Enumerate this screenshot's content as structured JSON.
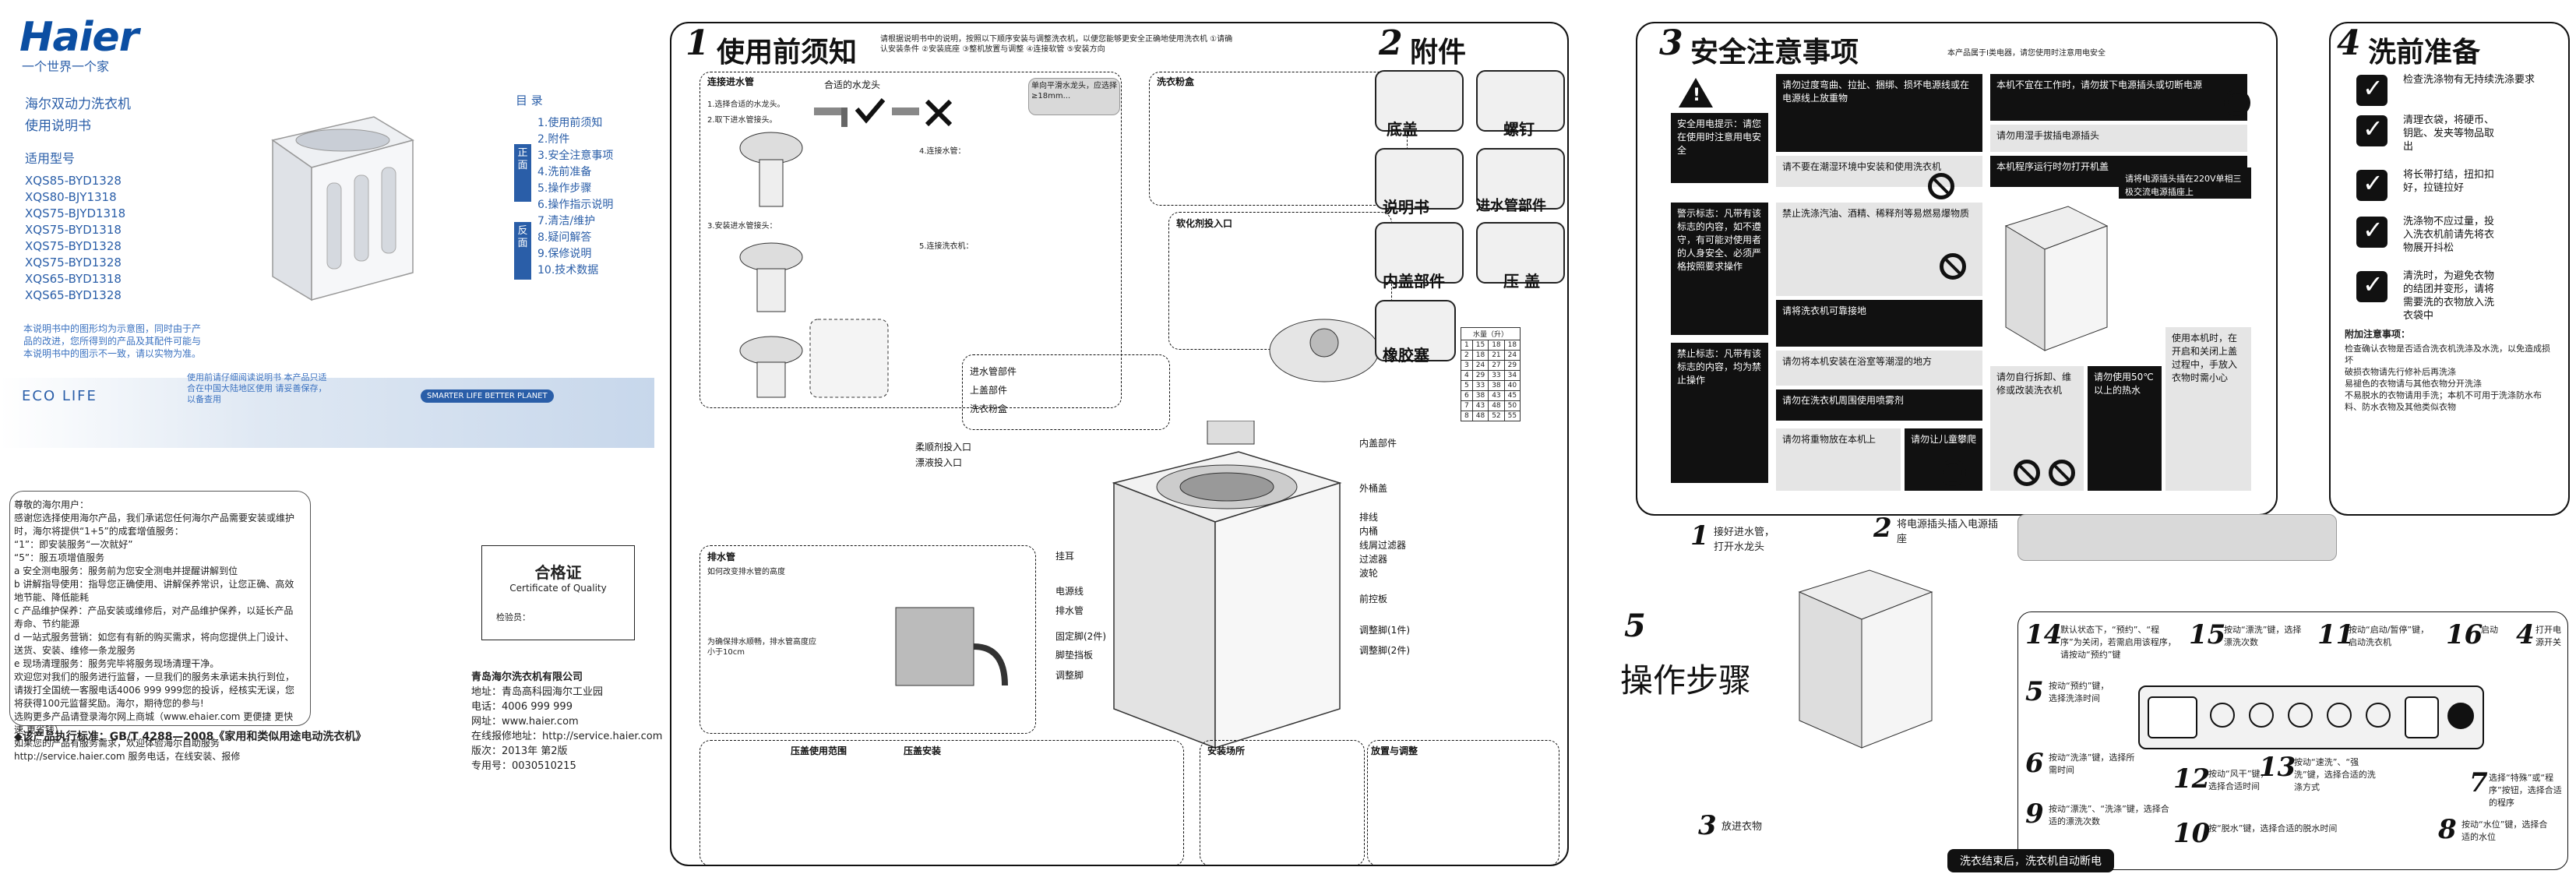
{
  "cover": {
    "brand": "Haier",
    "slogan": "一个世界一个家",
    "product_line1": "海尔双动力洗衣机",
    "product_line2": "使用说明书",
    "model_heading": "适用型号",
    "models": [
      "XQS85-BYD1328",
      "XQS80-BJY1318",
      "XQS75-BJYD1318",
      "XQS75-BYD1318",
      "XQS75-BYD1328",
      "XQS75-BYD1328",
      "XQS65-BYD1318",
      "XQS65-BYD1328"
    ],
    "toc_title": "目  录",
    "toc_tag1": "正面",
    "toc_tag2": "反面",
    "toc_items": [
      "1.使用前须知",
      "2.附件",
      "3.安全注意事项",
      "4.洗前准备",
      "5.操作步骤",
      "6.操作指示说明",
      "7.清洁/维护",
      "8.疑问解答",
      "9.保修说明",
      "10.技术数据"
    ],
    "blue_note": "本说明书中的图形均为示意图，同时由于产品的改进，您所得到的产品及其配件可能与本说明书中的图示不一致，请以实物为准。",
    "blue_note2": "使用前请仔细阅读说明书 本产品只适合在中国大陆地区使用 请妥善保存，以备查用",
    "eco": "ECO LIFE",
    "smarter": "SMARTER LIFE   BETTER PLANET",
    "letter": [
      "尊敬的海尔用户：",
      "感谢您选择使用海尔产品，我们承诺您任何海尔产品需要安装或维护时，海尔将提供“1+5”的成套增值服务：",
      "“1”：即安装服务“一次就好”",
      "“5”：服五项增值服务",
      "a 安全测电服务：服务前为您安全测电并提醒讲解到位",
      "b 讲解指导使用：指导您正确使用、讲解保养常识，让您正确、高效地节能、降低能耗",
      "c 产品维护保养：产品安装或维修后，对产品维护保养，以延长产品寿命、节约能源",
      "d 一站式服务营销：如您有有新的购买需求，将向您提供上门设计、送货、安装、维修一条龙服务",
      "e 现场清理服务：服务完毕将服务现场清理干净。",
      "欢迎您对我们的服务进行监督，一旦我们的服务未承诺未执行到位，请拨打全国统一客服电话4006 999 999您的投诉，经核实无误，您将获得100元监督奖励。海尔，期待您的参与!",
      "选购更多产品请登录海尔网上商城（www.ehaier.com 更便捷 更快速 更省钱）",
      "如果您的产品有服务需求，欢迎体验海尔自助服务http://service.haier.com 服务电话，在线安装、报修"
    ],
    "standard": "◆该产品执行标准：GB/T 4288—2008《家用和类似用途电动洗衣机》",
    "cert_title": "合格证",
    "cert_sub": "Certificate of Quality",
    "cert_inspector": "检验员：",
    "company_name": "青岛海尔洗衣机有限公司",
    "company_address": "地址：青岛高科园海尔工业园",
    "company_tel": "电话：4006 999 999",
    "company_web": "网址：www.haier.com",
    "company_service": "在线报修地址：http://service.haier.com",
    "company_edition": "版次：2013年 第2版",
    "company_patent": "专用号：0030510215"
  },
  "section1": {
    "num": "1",
    "title": "使用前须知",
    "intro": "请根据说明书中的说明，按照以下顺序安装与调整洗衣机，以便您能够更安全正确地使用洗衣机 ①请确认安装条件 ②安装底座 ③整机放置与调整 ④连接软管 ⑤安装方向",
    "connect_title": "连接进水管",
    "faucet_label": "合适的水龙头",
    "step_labels": [
      "1.选择合适的水龙头。",
      "2.取下进水管接头。",
      "3.安装进水管接头：",
      "4.连接水管：",
      "5.连接洗衣机："
    ],
    "tap_note": "单向平滑水龙头，应选择 ≥18mm...",
    "drain_title": "排水管",
    "drain_height_title": "如何改变排水管的高度",
    "drain_tip": "为确保排水顺畅，排水管高度应小于10cm",
    "press_title": "压盖安装",
    "press_use_title": "压盖使用范围",
    "place_title": "安装场所",
    "adjust_title": "放置与调整",
    "detergent_title": "洗衣粉盒",
    "softener_title": "软化剂投入口",
    "part_labels": [
      "进水管部件",
      "上盖部件",
      "洗衣粉盒",
      "柔顺剂投入口",
      "漂液投入口",
      "内盖部件",
      "外桶盖",
      "排线",
      "内桶",
      "线屑过滤器",
      "过滤器",
      "波轮",
      "前控板",
      "调整脚(1件)",
      "调整脚(2件)",
      "挂耳",
      "电源线",
      "排水管",
      "固定脚(2件)",
      "脚垫挡板",
      "调整脚"
    ],
    "water_level_title": "水量（升）"
  },
  "section2": {
    "num": "2",
    "title": "附件",
    "items": [
      "底盖",
      "螺钉",
      "说明书",
      "进水管部件",
      "内盖部件",
      "压  盖",
      "橡胶塞"
    ]
  },
  "section3": {
    "num": "3",
    "title": "安全注意事项",
    "subtitle": "本产品属于Ⅰ类电器，请您使用时注意用电安全",
    "cells": [
      "安全用电提示：请您在使用时注意用电安全",
      "请勿过度弯曲、拉扯、捆绑、损坏电源线或在电源线上放重物",
      "请不要在潮湿环境中安装和使用洗衣机",
      "本机不宜在工作时，请勿拔下电源插头或切断电源",
      "请勿用湿手拔插电源插头",
      "本机程序运行时勿打开机盖",
      "警示标志：凡带有该标志的内容，如不遵守，有可能对使用者的人身安全、必须严格按照要求操作",
      "禁止洗涤汽油、酒精、稀释剂等易燃易爆物质",
      "请将洗衣机可靠接地",
      "请勿将本机安装在浴室等潮湿的地方",
      "请勿在洗衣机周围使用喷雾剂",
      "禁止标志：凡带有该标志的内容，均为禁止操作",
      "请勿将重物放在本机上",
      "请勿让儿童攀爬",
      "请勿自行拆卸、维修或改装洗衣机",
      "请勿使用50℃以上的热水",
      "使用本机时，在开启和关闭上盖过程中，手放入衣物时需小心"
    ],
    "power_note": "请将电源插头插在220V单相三极交流电源插座上"
  },
  "section4": {
    "num": "4",
    "title": "洗前准备",
    "items": [
      "检查洗涤物有无持续洗涤要求",
      "清理衣袋，将硬币、钥匙、发夹等物品取出",
      "将长带打结，扭扣扣好，拉链拉好",
      "洗涤物不应过量，投入洗衣机前请先将衣物展开抖松",
      "清洗时，为避免衣物的结团并变形，请将需要洗的衣物放入洗衣袋中"
    ],
    "note_title": "附加注意事项：",
    "notes": [
      "检查确认衣物是否适合洗衣机洗涤及水洗，以免造成损坏",
      "破损衣物请先行修补后再洗涤",
      "易褪色的衣物请与其他衣物分开洗涤",
      "不易脱水的衣物请用手洗；本机不可用于洗涤防水布料、防水衣物及其他类似衣物"
    ]
  },
  "section5": {
    "num": "5",
    "title": "操作步骤",
    "steps": [
      {
        "n": "1",
        "text": "接好进水管，打开水龙头"
      },
      {
        "n": "2",
        "text": "将电源插头插入电源插座"
      },
      {
        "n": "3",
        "text": "放进衣物"
      },
      {
        "n": "4",
        "text": "打开电源开关"
      },
      {
        "n": "5",
        "text": "按动“预约”键，选择洗涤时间"
      },
      {
        "n": "6",
        "text": "按动“洗涤”键，选择所需时间"
      },
      {
        "n": "7",
        "text": "选择“特殊”或“程序”按钮，选择合适的程序"
      },
      {
        "n": "8",
        "text": "按动“水位”键，选择合适的水位"
      },
      {
        "n": "9",
        "text": "按动“漂洗”、“洗涤”键，选择合适的漂洗次数"
      },
      {
        "n": "10",
        "text": "按“脱水”键，选择合适的脱水时间"
      },
      {
        "n": "11",
        "text": "按动“启动/暂停”键，启动洗衣机"
      },
      {
        "n": "12",
        "text": "按动“风干”键，选择合适时间"
      },
      {
        "n": "13",
        "text": "按动“速洗”、“强洗”键，选择合适的洗涤方式"
      },
      {
        "n": "14",
        "text": "默认状态下，“预约”、“程序”为关闭，若需启用该程序，请按动“预约”键"
      },
      {
        "n": "15",
        "text": "按动“漂洗”键，选择漂洗次数"
      },
      {
        "n": "16",
        "text": "启动"
      }
    ],
    "finish": "洗衣结束后，洗衣机自动断电"
  }
}
